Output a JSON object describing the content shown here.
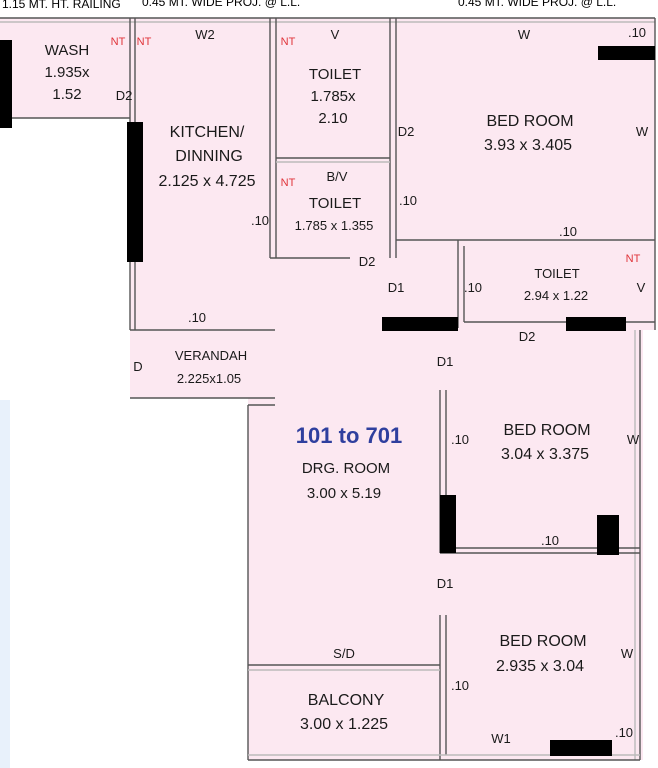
{
  "notes": {
    "railing": "1.15 MT. HT. RAILING",
    "proj_left": "0.45 MT. WIDE PROJ. @ L.L.",
    "proj_right": "0.45 MT. WIDE PROJ. @ L.L."
  },
  "unit_label": "101 to 701",
  "colors": {
    "fill": "#fce8f1",
    "accent": "#2f3f9e",
    "marker": "#e0343a",
    "side": "#e8f1fb"
  },
  "rooms": {
    "wash": {
      "name": "WASH",
      "dim1": "1.935x",
      "dim2": "1.52"
    },
    "kitchen": {
      "name1": "KITCHEN/",
      "name2": "DINNING",
      "dim": "2.125 x 4.725"
    },
    "toilet1": {
      "name": "TOILET",
      "dim1": "1.785x",
      "dim2": "2.10"
    },
    "toilet2": {
      "name": "TOILET",
      "dim": "1.785 x 1.355"
    },
    "bedroom1": {
      "name": "BED ROOM",
      "dim": "3.93 x 3.405"
    },
    "toilet3": {
      "name": "TOILET",
      "dim": "2.94 x 1.22"
    },
    "verandah": {
      "name": "VERANDAH",
      "dim": "2.225x1.05"
    },
    "drawing": {
      "name": "DRG. ROOM",
      "dim": "3.00 x 5.19"
    },
    "bedroom2": {
      "name": "BED ROOM",
      "dim": "3.04 x 3.375"
    },
    "bedroom3": {
      "name": "BED ROOM",
      "dim": "2.935 x 3.04"
    },
    "balcony": {
      "name": "BALCONY",
      "dim": "3.00 x 1.225"
    }
  },
  "marks": {
    "nt": "NT",
    "w2": "W2",
    "v": "V",
    "w": "W",
    "w1": "W1",
    "d": "D",
    "d1": "D1",
    "d2": "D2",
    "bv": "B/V",
    "sd": "S/D",
    "t10": ".10"
  }
}
